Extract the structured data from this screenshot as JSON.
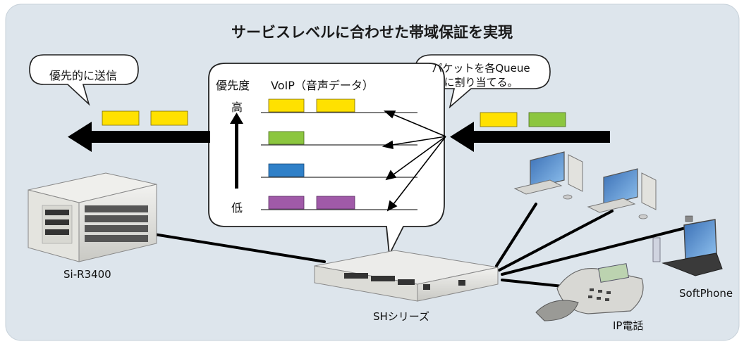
{
  "diagram": {
    "title": "サービスレベルに合わせた帯域保証を実現",
    "bubble_left": "優先的に送信",
    "bubble_right_line1": "パケットを各Queue",
    "bubble_right_line2": "に割り当てる。",
    "priority_label": "優先度",
    "voip_label": "VoIP（音声データ）",
    "high_label": "高",
    "low_label": "低",
    "devices": {
      "router": "Si-R3400",
      "switch": "SHシリーズ",
      "ip_phone": "IP電話",
      "softphone": "SoftPhone"
    },
    "colors": {
      "background_panel": "#dde5ec",
      "yellow_packet": "#ffe100",
      "green_packet": "#8cc63f",
      "blue_packet": "#2f80c8",
      "purple_packet": "#a05aa8",
      "arrow": "#000000"
    }
  }
}
